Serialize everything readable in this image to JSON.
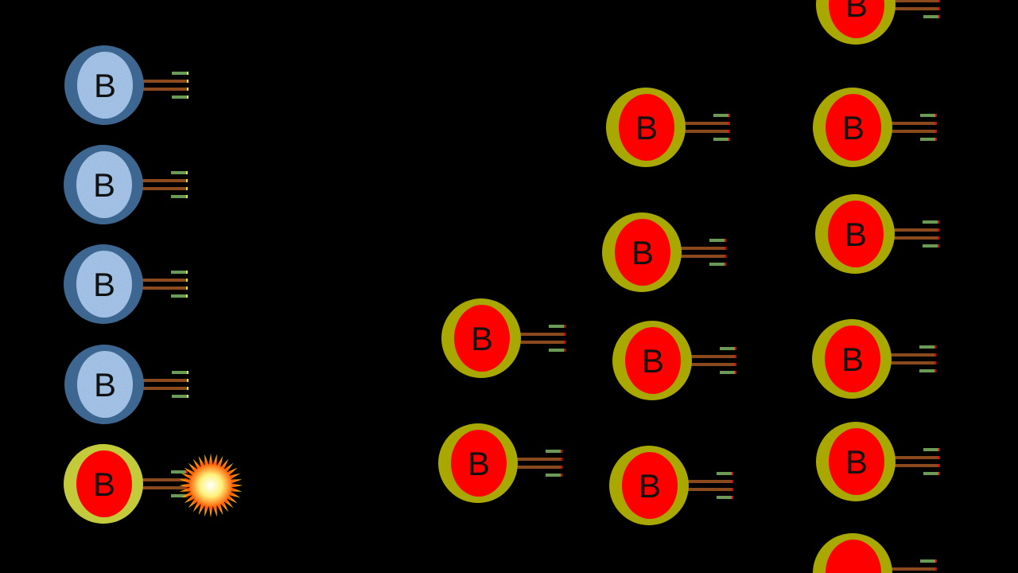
{
  "cell_label": "B",
  "cells": [
    {
      "type": "naive"
    },
    {
      "type": "naive"
    },
    {
      "type": "naive"
    },
    {
      "type": "naive"
    },
    {
      "type": "activated"
    },
    {
      "type": "plasma"
    },
    {
      "type": "plasma"
    },
    {
      "type": "plasma"
    },
    {
      "type": "plasma"
    },
    {
      "type": "plasma"
    },
    {
      "type": "plasma"
    },
    {
      "type": "plasma"
    },
    {
      "type": "plasma"
    },
    {
      "type": "plasma"
    },
    {
      "type": "plasma"
    },
    {
      "type": "plasma"
    },
    {
      "type": "plasma"
    }
  ],
  "colors": {
    "background": "#000000",
    "naive_ring": "#3d6790",
    "naive_core": "#8fb3dd",
    "activated_ring": "#c3cb3a",
    "plasma_ring": "#a9a800",
    "core_red": "#ff0000",
    "antibody_stem": "#8b4a1e",
    "antibody_arm": "#6a9a55"
  },
  "antigen_icon": "starburst-antigen-icon"
}
